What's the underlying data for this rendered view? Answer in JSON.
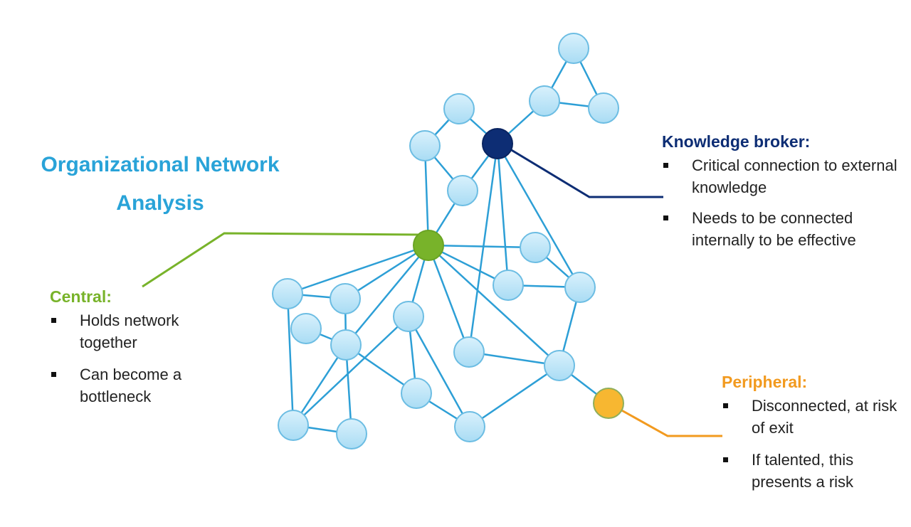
{
  "title": {
    "line1": "Organizational Network",
    "line2": "Analysis"
  },
  "colors": {
    "title": "#29a3d8",
    "edge": "#2d9fd6",
    "node_fill": "#bfe6f8",
    "node_stroke": "#6cbde3",
    "central": "#78b32a",
    "broker": "#0d2d74",
    "peripheral": "#f7b731",
    "peripheral_line": "#f29a1f",
    "bullet_text": "#222222"
  },
  "callouts": {
    "central": {
      "heading": "Central:",
      "bullets": [
        "Holds network together",
        "Can become a bottleneck"
      ]
    },
    "broker": {
      "heading": "Knowledge broker:",
      "bullets": [
        "Critical connection to external knowledge",
        "Needs to be connected internally to be effective"
      ]
    },
    "peripheral": {
      "heading": "Peripheral:",
      "bullets": [
        "Disconnected, at risk of exit",
        "If talented, this presents a risk"
      ]
    }
  },
  "network": {
    "nodes": [
      {
        "id": "n1",
        "role": "member"
      },
      {
        "id": "n2",
        "role": "member"
      },
      {
        "id": "n3",
        "role": "member"
      },
      {
        "id": "n4",
        "role": "member"
      },
      {
        "id": "n5",
        "role": "member"
      },
      {
        "id": "broker",
        "role": "knowledge-broker"
      },
      {
        "id": "n6",
        "role": "member"
      },
      {
        "id": "central",
        "role": "central"
      },
      {
        "id": "n7",
        "role": "member"
      },
      {
        "id": "n8",
        "role": "member"
      },
      {
        "id": "n9",
        "role": "member"
      },
      {
        "id": "n10",
        "role": "member"
      },
      {
        "id": "n11",
        "role": "member"
      },
      {
        "id": "n12",
        "role": "member"
      },
      {
        "id": "n13",
        "role": "member"
      },
      {
        "id": "n14",
        "role": "member"
      },
      {
        "id": "n15",
        "role": "member"
      },
      {
        "id": "n16",
        "role": "member"
      },
      {
        "id": "peripheral",
        "role": "peripheral"
      },
      {
        "id": "n17",
        "role": "member"
      },
      {
        "id": "n18",
        "role": "member"
      },
      {
        "id": "n19",
        "role": "member"
      },
      {
        "id": "n20",
        "role": "member"
      }
    ],
    "edges": [
      [
        "n1",
        "n2"
      ],
      [
        "n1",
        "n3"
      ],
      [
        "n2",
        "n3"
      ],
      [
        "n2",
        "broker"
      ],
      [
        "n4",
        "n5"
      ],
      [
        "n4",
        "broker"
      ],
      [
        "n5",
        "n6"
      ],
      [
        "n5",
        "central"
      ],
      [
        "n6",
        "broker"
      ],
      [
        "n6",
        "central"
      ],
      [
        "broker",
        "n15"
      ],
      [
        "broker",
        "n8"
      ],
      [
        "broker",
        "n9"
      ],
      [
        "central",
        "n7"
      ],
      [
        "central",
        "n8"
      ],
      [
        "central",
        "n16"
      ],
      [
        "central",
        "n15"
      ],
      [
        "central",
        "n14"
      ],
      [
        "central",
        "n13"
      ],
      [
        "central",
        "n11"
      ],
      [
        "central",
        "n10"
      ],
      [
        "n7",
        "n9"
      ],
      [
        "n8",
        "n9"
      ],
      [
        "n9",
        "n16"
      ],
      [
        "n15",
        "n16"
      ],
      [
        "n16",
        "peripheral"
      ],
      [
        "n16",
        "n20"
      ],
      [
        "n10",
        "n11"
      ],
      [
        "n10",
        "n18"
      ],
      [
        "n11",
        "n13"
      ],
      [
        "n12",
        "n13"
      ],
      [
        "n13",
        "n18"
      ],
      [
        "n13",
        "n19"
      ],
      [
        "n13",
        "n17"
      ],
      [
        "n14",
        "n18"
      ],
      [
        "n14",
        "n17"
      ],
      [
        "n14",
        "n20"
      ],
      [
        "n17",
        "n20"
      ],
      [
        "n18",
        "n19"
      ]
    ]
  }
}
